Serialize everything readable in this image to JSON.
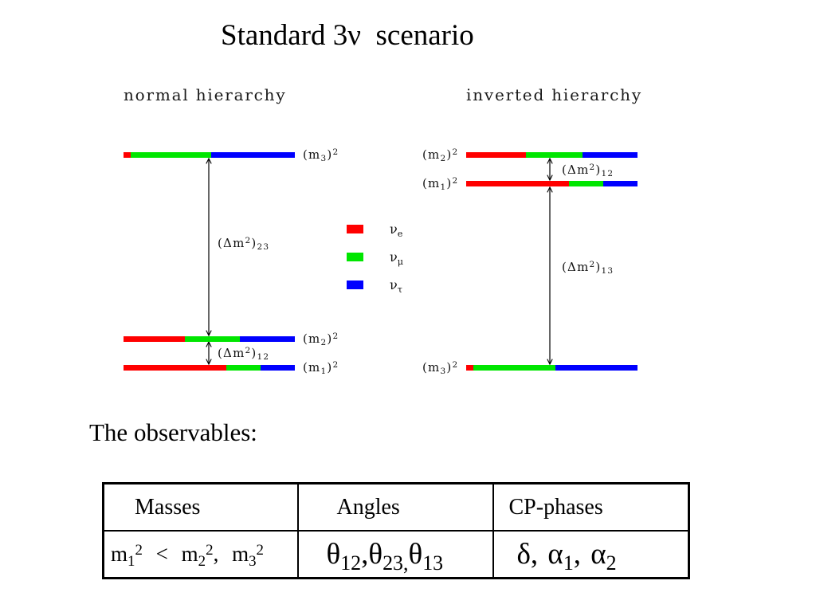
{
  "title": "Standard 3ν  scenario",
  "colors": {
    "nu_e": "#ff0000",
    "nu_mu": "#00e600",
    "nu_tau": "#0000ff"
  },
  "normal": {
    "heading": "normal hierarchy",
    "levels": [
      {
        "pre": "(m",
        "sub": "3",
        "post": ")",
        "sup": "2",
        "flavor": [
          0.04,
          0.47,
          0.49
        ]
      },
      {
        "pre": "(m",
        "sub": "2",
        "post": ")",
        "sup": "2",
        "flavor": [
          0.36,
          0.32,
          0.32
        ]
      },
      {
        "pre": "(m",
        "sub": "1",
        "post": ")",
        "sup": "2",
        "flavor": [
          0.6,
          0.2,
          0.2
        ]
      }
    ],
    "splittings": [
      {
        "pre": "(Δm",
        "sup": "2",
        "post": ")",
        "sub": "23"
      },
      {
        "pre": "(Δm",
        "sup": "2",
        "post": ")",
        "sub": "12"
      }
    ]
  },
  "inverted": {
    "heading": "inverted hierarchy",
    "levels": [
      {
        "pre": "(m",
        "sub": "2",
        "post": ")",
        "sup": "2",
        "flavor": [
          0.35,
          0.33,
          0.32
        ]
      },
      {
        "pre": "(m",
        "sub": "1",
        "post": ")",
        "sup": "2",
        "flavor": [
          0.6,
          0.2,
          0.2
        ]
      },
      {
        "pre": "(m",
        "sub": "3",
        "post": ")",
        "sup": "2",
        "flavor": [
          0.04,
          0.48,
          0.48
        ]
      }
    ],
    "splittings": [
      {
        "pre": "(Δm",
        "sup": "2",
        "post": ")",
        "sub": "12"
      },
      {
        "pre": "(Δm",
        "sup": "2",
        "post": ")",
        "sub": "13"
      }
    ]
  },
  "legend": [
    {
      "symbol": "ν",
      "sub": "e"
    },
    {
      "symbol": "ν",
      "sub": "μ"
    },
    {
      "symbol": "ν",
      "sub": "τ"
    }
  ],
  "observables": {
    "intro": "The observables:",
    "headers": [
      "Masses",
      "Angles",
      "CP-phases"
    ],
    "masses": [
      {
        "base": "m",
        "sub": "1",
        "sup": "2"
      },
      {
        "base": " < m",
        "sub": "2",
        "sup": "2"
      },
      {
        "base": ", m",
        "sub": "3",
        "sup": "2"
      }
    ],
    "angles": [
      {
        "base": "θ",
        "sub": "12"
      },
      {
        "base": ",θ",
        "sub": "23,"
      },
      {
        "base": "θ",
        "sub": "13"
      }
    ],
    "phases": [
      {
        "base": "δ, α",
        "sub": "1"
      },
      {
        "base": ", α",
        "sub": "2"
      }
    ]
  }
}
